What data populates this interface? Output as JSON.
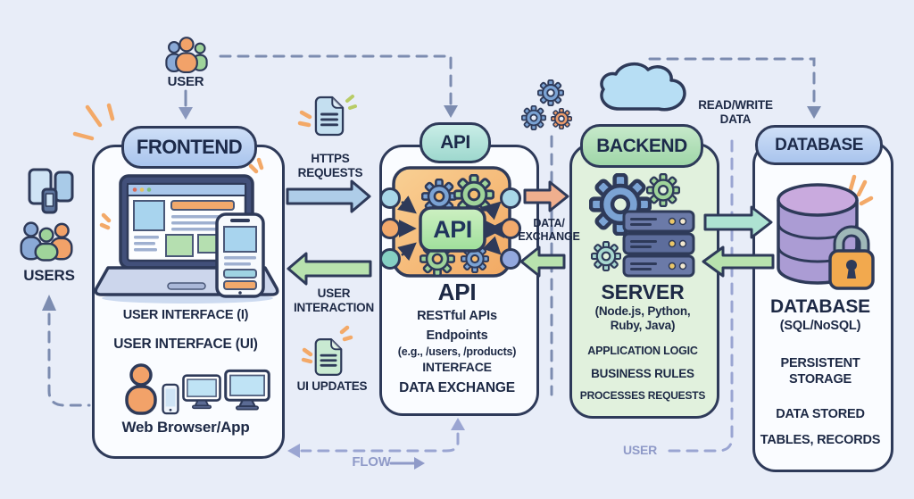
{
  "top_user": {
    "label": "USER"
  },
  "left_users": {
    "label": "USERS"
  },
  "frontend": {
    "pill": "FRONTEND",
    "line1": "USER INTERFACE (I)",
    "line2": "USER INTERFACE (UI)",
    "caption": "Web Browser/App"
  },
  "api": {
    "pill": "API",
    "badge": "API",
    "heading": "API",
    "line1": "RESTful APIs",
    "line2": "Endpoints",
    "line3": "(e.g., /users, /products)",
    "line4": "INTERFACE",
    "line5": "DATA EXCHANGE"
  },
  "backend": {
    "pill": "BACKEND",
    "heading": "SERVER",
    "subheading": "(Node.js, Python,\nRuby, Java)",
    "line1": "APPLICATION LOGIC",
    "line2": "BUSINESS RULES",
    "line3": "PROCESSES REQUESTS"
  },
  "database": {
    "pill": "DATABASE",
    "heading": "DATABASE",
    "subheading": "(SQL/NoSQL)",
    "line1": "PERSISTENT\nSTORAGE",
    "line2": "DATA STORED",
    "line3": "TABLES, RECORDS"
  },
  "connections": {
    "https_requests": "HTTPS\nREQUESTS",
    "user_interaction": "USER\nINTERACTION",
    "ui_updates": "UI UPDATES",
    "data_exchange": "DATA/\nEXCHANGE",
    "read_write_data": "READ/WRITE\nDATA",
    "flow": "FLOW",
    "user_bottom": "USER"
  },
  "colors": {
    "background": "#e8edf8",
    "outline": "#2e3a59",
    "frontend_pill": "#b7cdf1",
    "api_pill": "#aadbd3",
    "backend_pill": "#a9dcae",
    "database_pill": "#b0cbf1",
    "backend_box_fill": "#e1f1dd",
    "arrow_blue": "#aecde8",
    "arrow_green": "#b8e2ae",
    "arrow_orange": "#efaf8e",
    "arrow_teal": "#aee3d2",
    "dash_dark": "#7c8cb0",
    "dash_light": "#8f9ac8",
    "api_inner_box": "#f5bc72",
    "api_badge": "#aee3a4",
    "database_cylinder": "#ab9cd4",
    "lock_orange": "#f2a94e",
    "sparkle_orange": "#f3a968"
  }
}
